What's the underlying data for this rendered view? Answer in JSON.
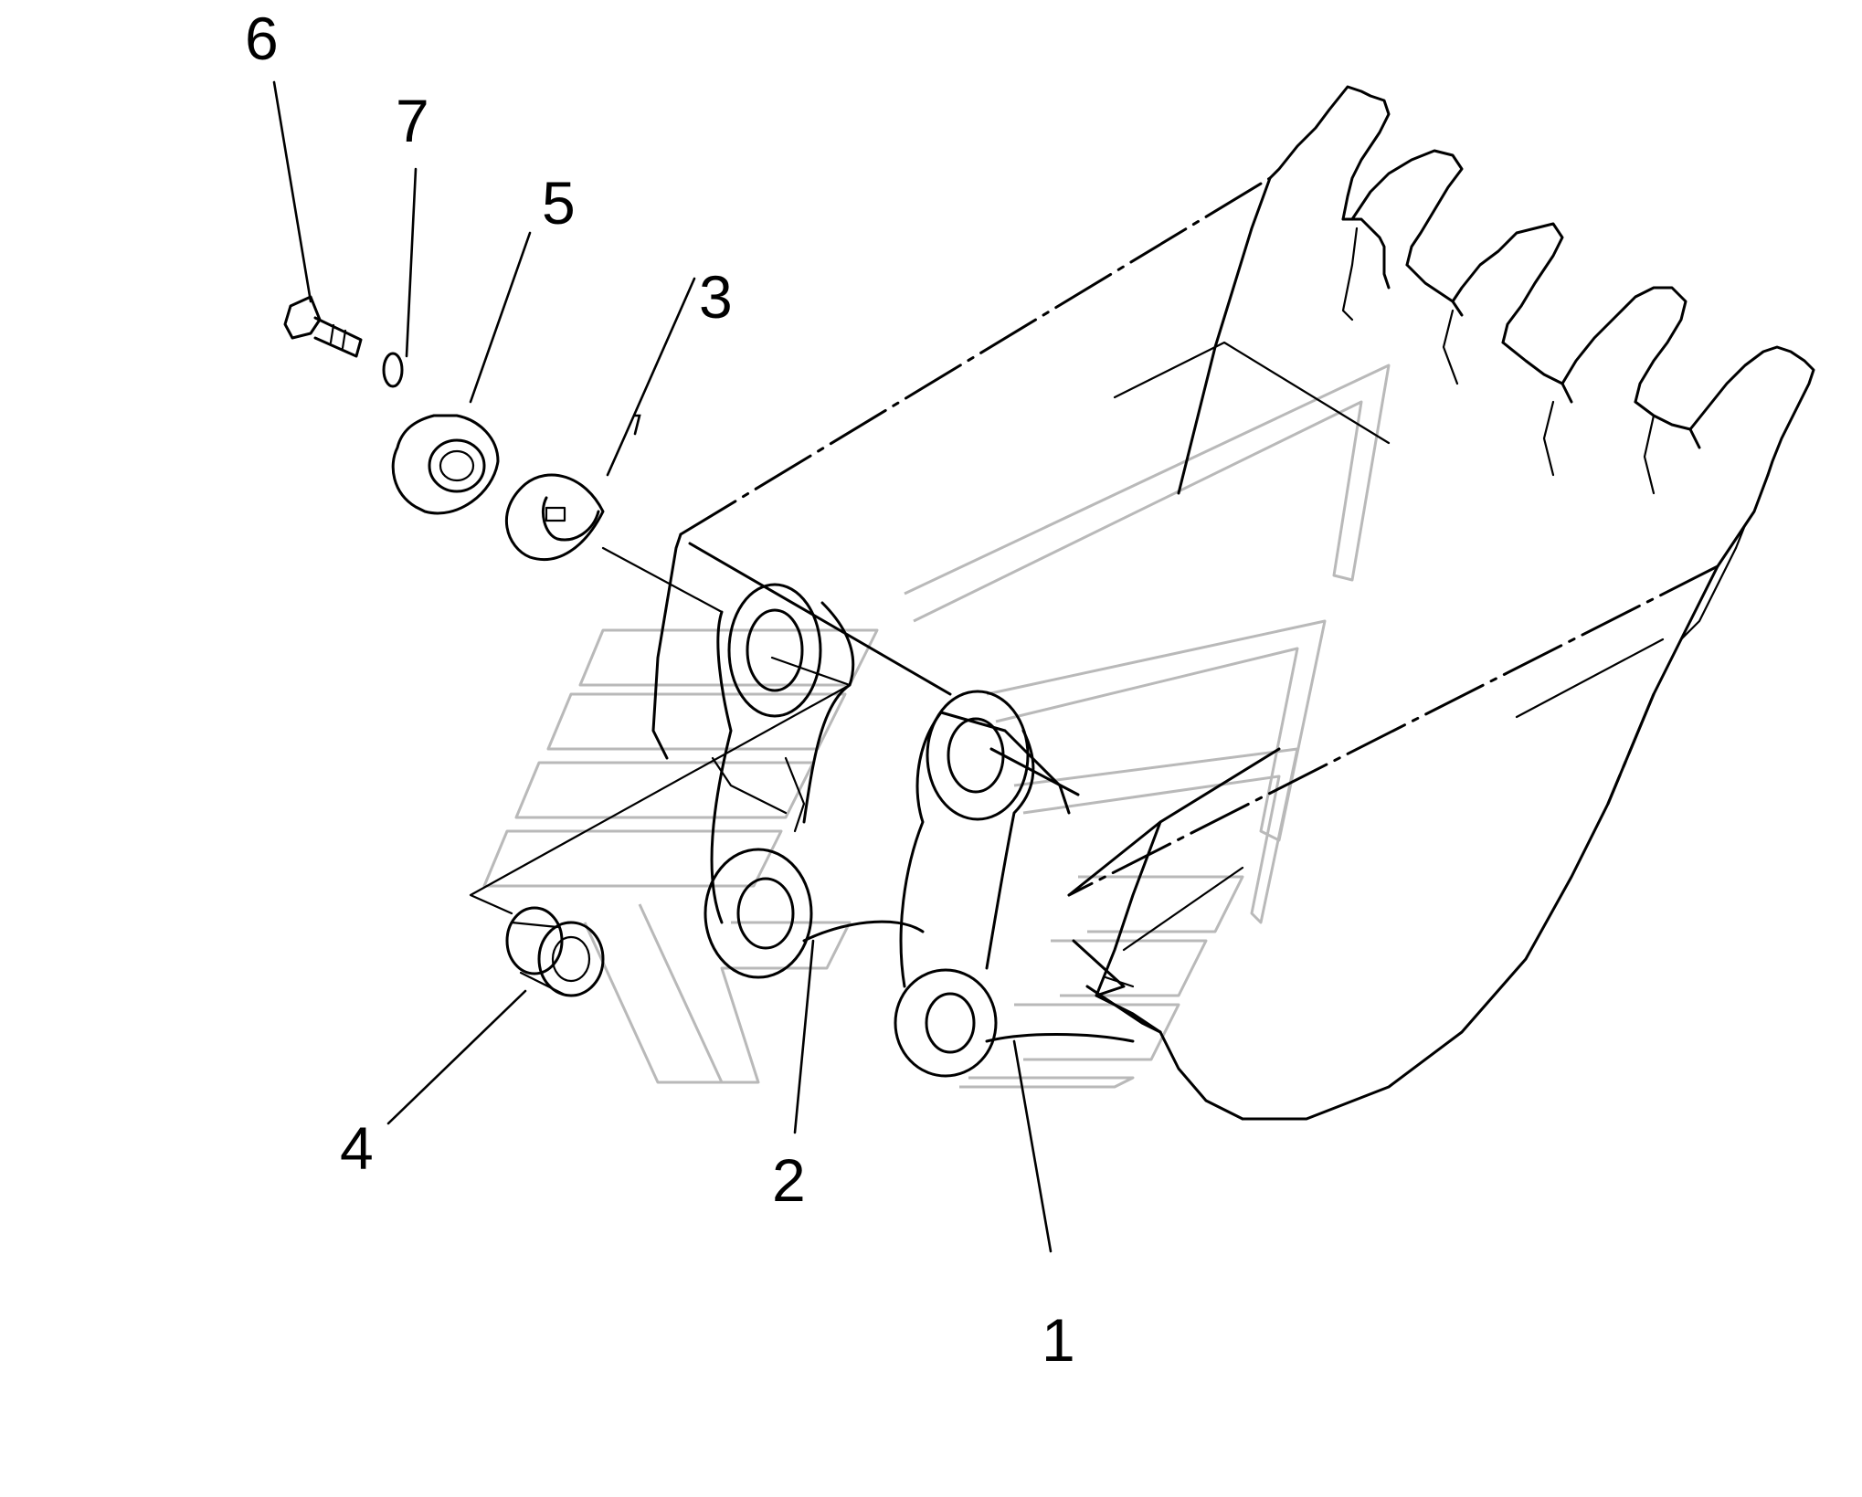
{
  "diagram": {
    "callouts": [
      {
        "id": "1",
        "label": "1"
      },
      {
        "id": "2",
        "label": "2"
      },
      {
        "id": "3",
        "label": "3"
      },
      {
        "id": "4",
        "label": "4"
      },
      {
        "id": "5",
        "label": "5"
      },
      {
        "id": "6",
        "label": "6"
      },
      {
        "id": "7",
        "label": "7"
      }
    ],
    "colors": {
      "ink": "#000000",
      "watermark": "#b9b9b9",
      "background": "#ffffff"
    }
  }
}
